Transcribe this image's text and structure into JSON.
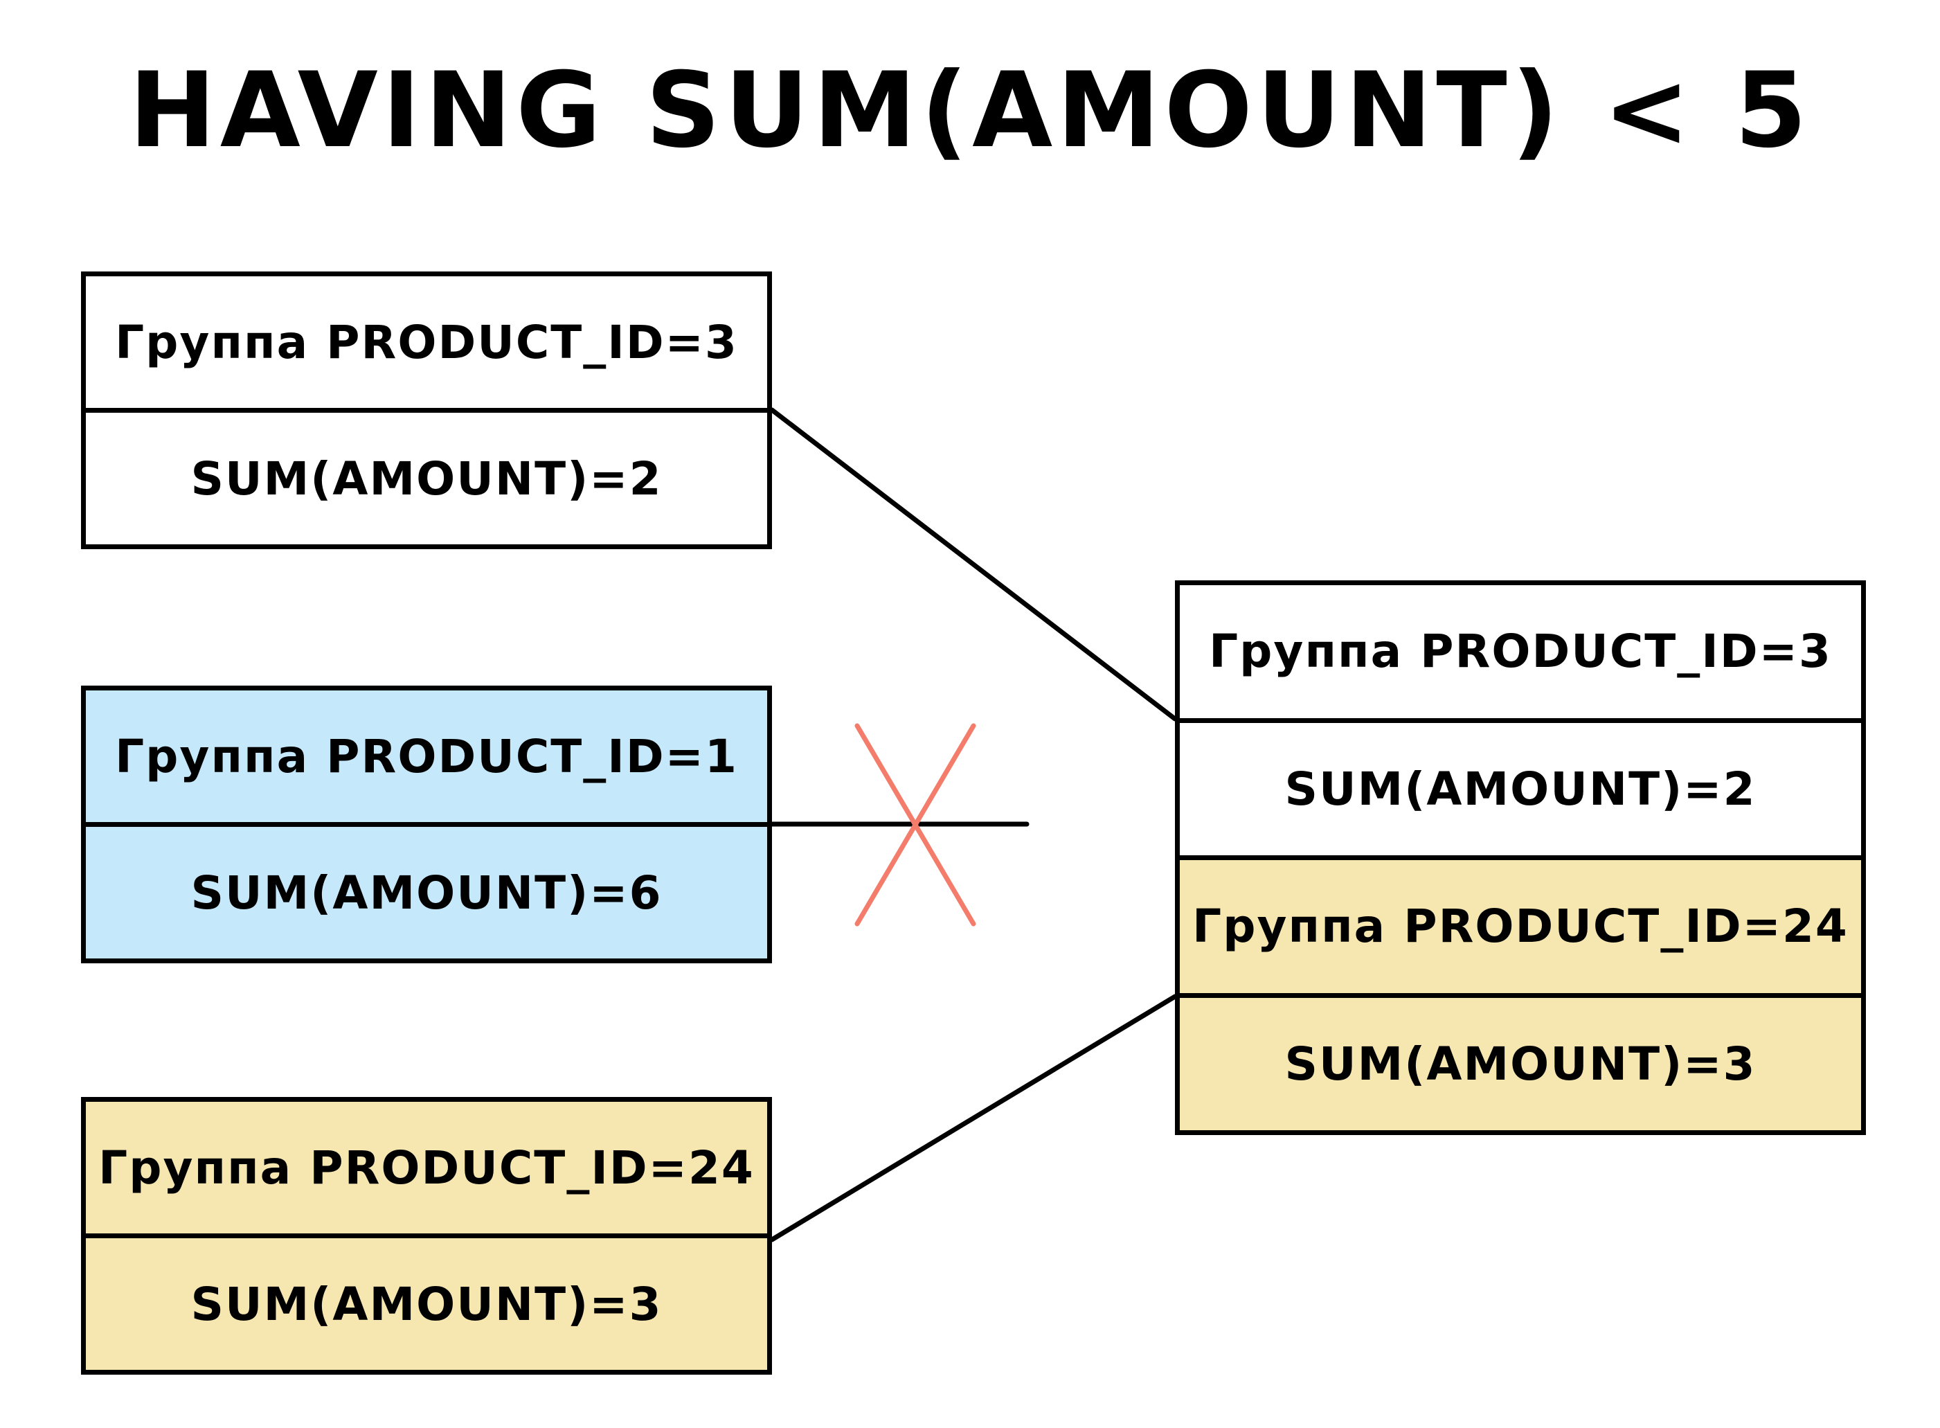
{
  "title": "HAVING SUM(AMOUNT) < 5",
  "colors": {
    "white": "#ffffff",
    "blue": "#c6e8fb",
    "yellow": "#f6e6b0",
    "cross": "#f47c6b",
    "line": "#000000"
  },
  "left_groups": [
    {
      "group_label": "Группа PRODUCT_ID=3",
      "sum_label": "SUM(AMOUNT)=2",
      "color": "white",
      "passes": true
    },
    {
      "group_label": "Группа PRODUCT_ID=1",
      "sum_label": "SUM(AMOUNT)=6",
      "color": "blue",
      "passes": false
    },
    {
      "group_label": "Группа PRODUCT_ID=24",
      "sum_label": "SUM(AMOUNT)=3",
      "color": "yellow",
      "passes": true
    }
  ],
  "result_groups": [
    {
      "group_label": "Группа PRODUCT_ID=3",
      "sum_label": "SUM(AMOUNT)=2",
      "color": "white"
    },
    {
      "group_label": "Группа PRODUCT_ID=24",
      "sum_label": "SUM(AMOUNT)=3",
      "color": "yellow"
    }
  ],
  "rejected_marker_icon": "cross-icon"
}
